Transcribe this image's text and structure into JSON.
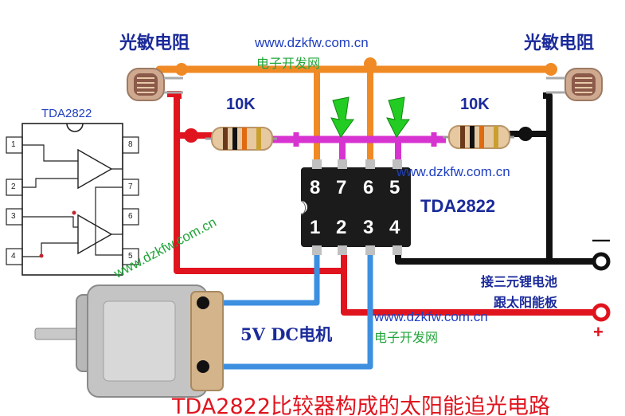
{
  "title": "TDA2822比较器构成的太阳能追光电路",
  "ldr_left_label": "光敏电阻",
  "ldr_right_label": "光敏电阻",
  "resistor_left_label": "10K",
  "resistor_right_label": "10K",
  "ic_label": "TDA2822",
  "schematic_label": "TDA2822",
  "ic_top_pins": [
    "8",
    "7",
    "6",
    "5"
  ],
  "ic_bottom_pins": [
    "1",
    "2",
    "3",
    "4"
  ],
  "schematic_pins_left": [
    "1",
    "2",
    "3",
    "4"
  ],
  "schematic_pins_right": [
    "8",
    "7",
    "6",
    "5"
  ],
  "motor_label": "5V DC电机",
  "battery_note_line1": "接三元锂电池",
  "battery_note_line2": "跟太阳能板",
  "minus_sign": "—",
  "plus_sign": "+",
  "watermarks": {
    "top_url": "www.dzkfw.com.cn",
    "top_cn": "电子开发网",
    "mid_url": "www.dzkfw.com.cn",
    "diag_url": "www.dzkfw.com.cn",
    "bottom_url": "www.dzkfw.com.cn",
    "bottom_cn": "电子开发网"
  },
  "colors": {
    "orange_wire": "#f08a24",
    "red_wire": "#e0141e",
    "magenta_wire": "#d733d0",
    "blue_wire": "#3d8fe0",
    "black_wire": "#111111",
    "arrow_green": "#22cc22",
    "title_red": "#e0141e"
  }
}
